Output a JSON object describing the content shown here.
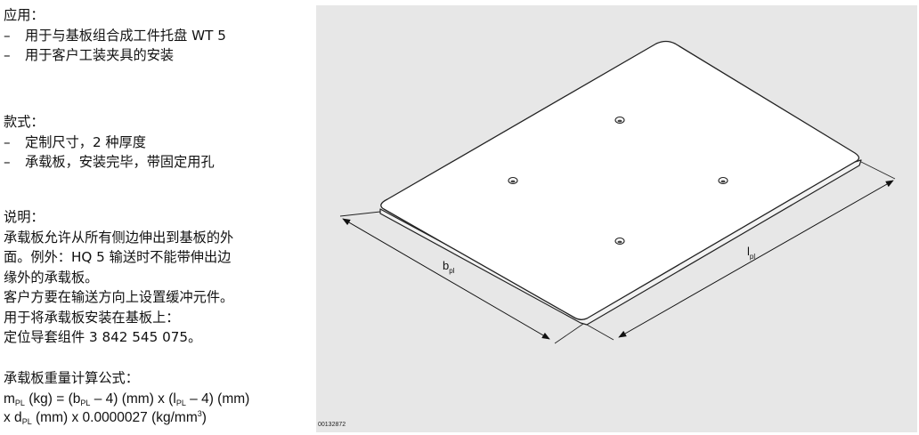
{
  "application": {
    "heading": "应用：",
    "items": [
      "用于与基板组合成工件托盘 WT 5",
      "用于客户工装夹具的安装"
    ]
  },
  "version": {
    "heading": "款式：",
    "items": [
      "定制尺寸，2 种厚度",
      "承载板，安装完毕，带固定用孔"
    ]
  },
  "notes": {
    "heading": "说明：",
    "lines": [
      "承载板允许从所有侧边伸出到基板的外",
      "面。例外：HQ 5 输送时不能带伸出边",
      "缘外的承载板。",
      "客户方要在输送方向上设置缓冲元件。",
      "用于将承载板安装在基板上：",
      "定位导套组件 3 842 545 075。"
    ]
  },
  "formula": {
    "title": "承载板重量计算公式：",
    "line1": {
      "m": "m",
      "m_sub": "PL",
      "unit_kg": " (kg) = (b",
      "b_sub": "PL",
      "mid": " – 4) (mm) x (l",
      "l_sub": "PL",
      "end": " – 4) (mm)"
    },
    "line2": {
      "start": "x d",
      "d_sub": "PL",
      "mid": " (mm) x 0.0000027 (kg/mm",
      "sup": "3",
      "end": ")"
    }
  },
  "figure": {
    "id_label": "00132872",
    "dim_b": "b",
    "dim_b_sub": "pl",
    "dim_l": "l",
    "dim_l_sub": "pl"
  },
  "dash": "–"
}
